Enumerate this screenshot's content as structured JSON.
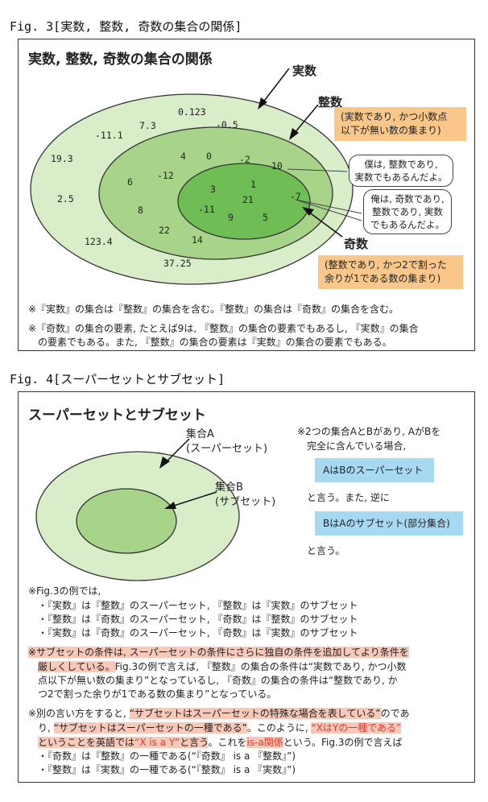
{
  "fig3": {
    "caption": "Fig. 3[実数, 整数, 奇数の集合の関係]",
    "title": "実数, 整数, 奇数の集合の関係",
    "set_labels": {
      "real": "実数",
      "integer": "整数",
      "odd": "奇数"
    },
    "integer_desc": [
      "(実数であり, かつ小数点",
      "以下が無い数の集まり)"
    ],
    "odd_desc": [
      "(整数であり, かつ2で割った",
      "余りが1である数の集まり)"
    ],
    "bubble1": [
      "僕は, 整数であり,",
      "実数でもあるんだよ。"
    ],
    "bubble2": [
      "俺は, 奇数であり,",
      "整数であり, 実数",
      "でもあるんだよ。"
    ],
    "real_numbers": [
      "0.123",
      "7.3",
      "-0.5",
      "-11.1",
      "19.3",
      "2.5",
      "123.4",
      "37.25"
    ],
    "integer_numbers": [
      "4",
      "0",
      "-2",
      "10",
      "6",
      "-12",
      "8",
      "22",
      "14"
    ],
    "odd_numbers": [
      "3",
      "1",
      "21",
      "-7",
      "-11",
      "9",
      "5"
    ],
    "notes": [
      "※『実数』の集合は『整数』の集合を含む。『整数』の集合は『奇数』の集合を含む。",
      "※『奇数』の集合の要素, たとえば9は, 『整数』の集合の要素でもあるし, 『実数』の集合",
      "の要素でもある。また, 『整数』の集合の要素は『実数』の集合の要素でもある。"
    ]
  },
  "fig4": {
    "caption": "Fig. 4[スーパーセットとサブセット]",
    "title": "スーパーセットとサブセット",
    "setA": [
      "集合A",
      "(スーパーセット)"
    ],
    "setB": [
      "集合B",
      "(サブセット)"
    ],
    "side_note": [
      "※2つの集合AとBがあり, AがBを",
      "完全に含んでいる場合,"
    ],
    "box1": "AはBのスーパーセット",
    "say1": "と言う。また, 逆に",
    "box2": "BはAのサブセット(部分集合)",
    "say2": "と言う。",
    "example_heading": "※Fig.3の例では,",
    "examples": [
      "・『実数』は『整数』のスーパーセット, 『整数』は『実数』のサブセット",
      "・『整数』は『奇数』のスーパーセット, 『奇数』は『整数』のサブセット",
      "・『実数』は『奇数』のスーパーセット, 『奇数』は『実数』のサブセット"
    ],
    "cond_hl1": "※サブセットの条件は, スーパーセットの条件にさらに独自の条件を追加してより条件を",
    "cond_hl2": "厳しくしている。",
    "cond_rest2": "Fig.3の例で言えば, 『整数』の集合の条件は“実数であり, かつ小数",
    "cond_line3": "点以下が無い数の集まり”となっているし, 『奇数』の集合の条件は“整数であり, か",
    "cond_line4": "つ2で割った余りが1である数の集まり”となっている。",
    "alt_l1a": "※別の言い方をすると, ",
    "alt_l1b": "“サブセットはスーパーセットの特殊な場合を表している”",
    "alt_l1c": "のであ",
    "alt_l2a": "り, ",
    "alt_l2b": "“サブセットはスーパーセットの一種である”",
    "alt_l2c": "。このように, ",
    "alt_l2d": "“XはYの一種である”",
    "alt_l3a": "ということを英語では",
    "alt_l3b": "“X is a Y”",
    "alt_l3c": "と言う",
    "alt_l3d": "。これを",
    "alt_l3e": "is-a関係",
    "alt_l3f": "という。Fig.3の例で言えば",
    "alt_l4": "・『奇数』は『整数』の一種である(“『奇数』 is a 『整数』”)",
    "alt_l5": "・『整数』は『実数』の一種である(“『整数』 is a 『実数』”)"
  },
  "colors": {
    "outer": "#d8edc8",
    "middle": "#a8d48a",
    "inner": "#6ebd55",
    "orange": "#f9c78a",
    "blue": "#a8d9f2",
    "pink": "#f8c9b8",
    "red": "#e0392b"
  }
}
